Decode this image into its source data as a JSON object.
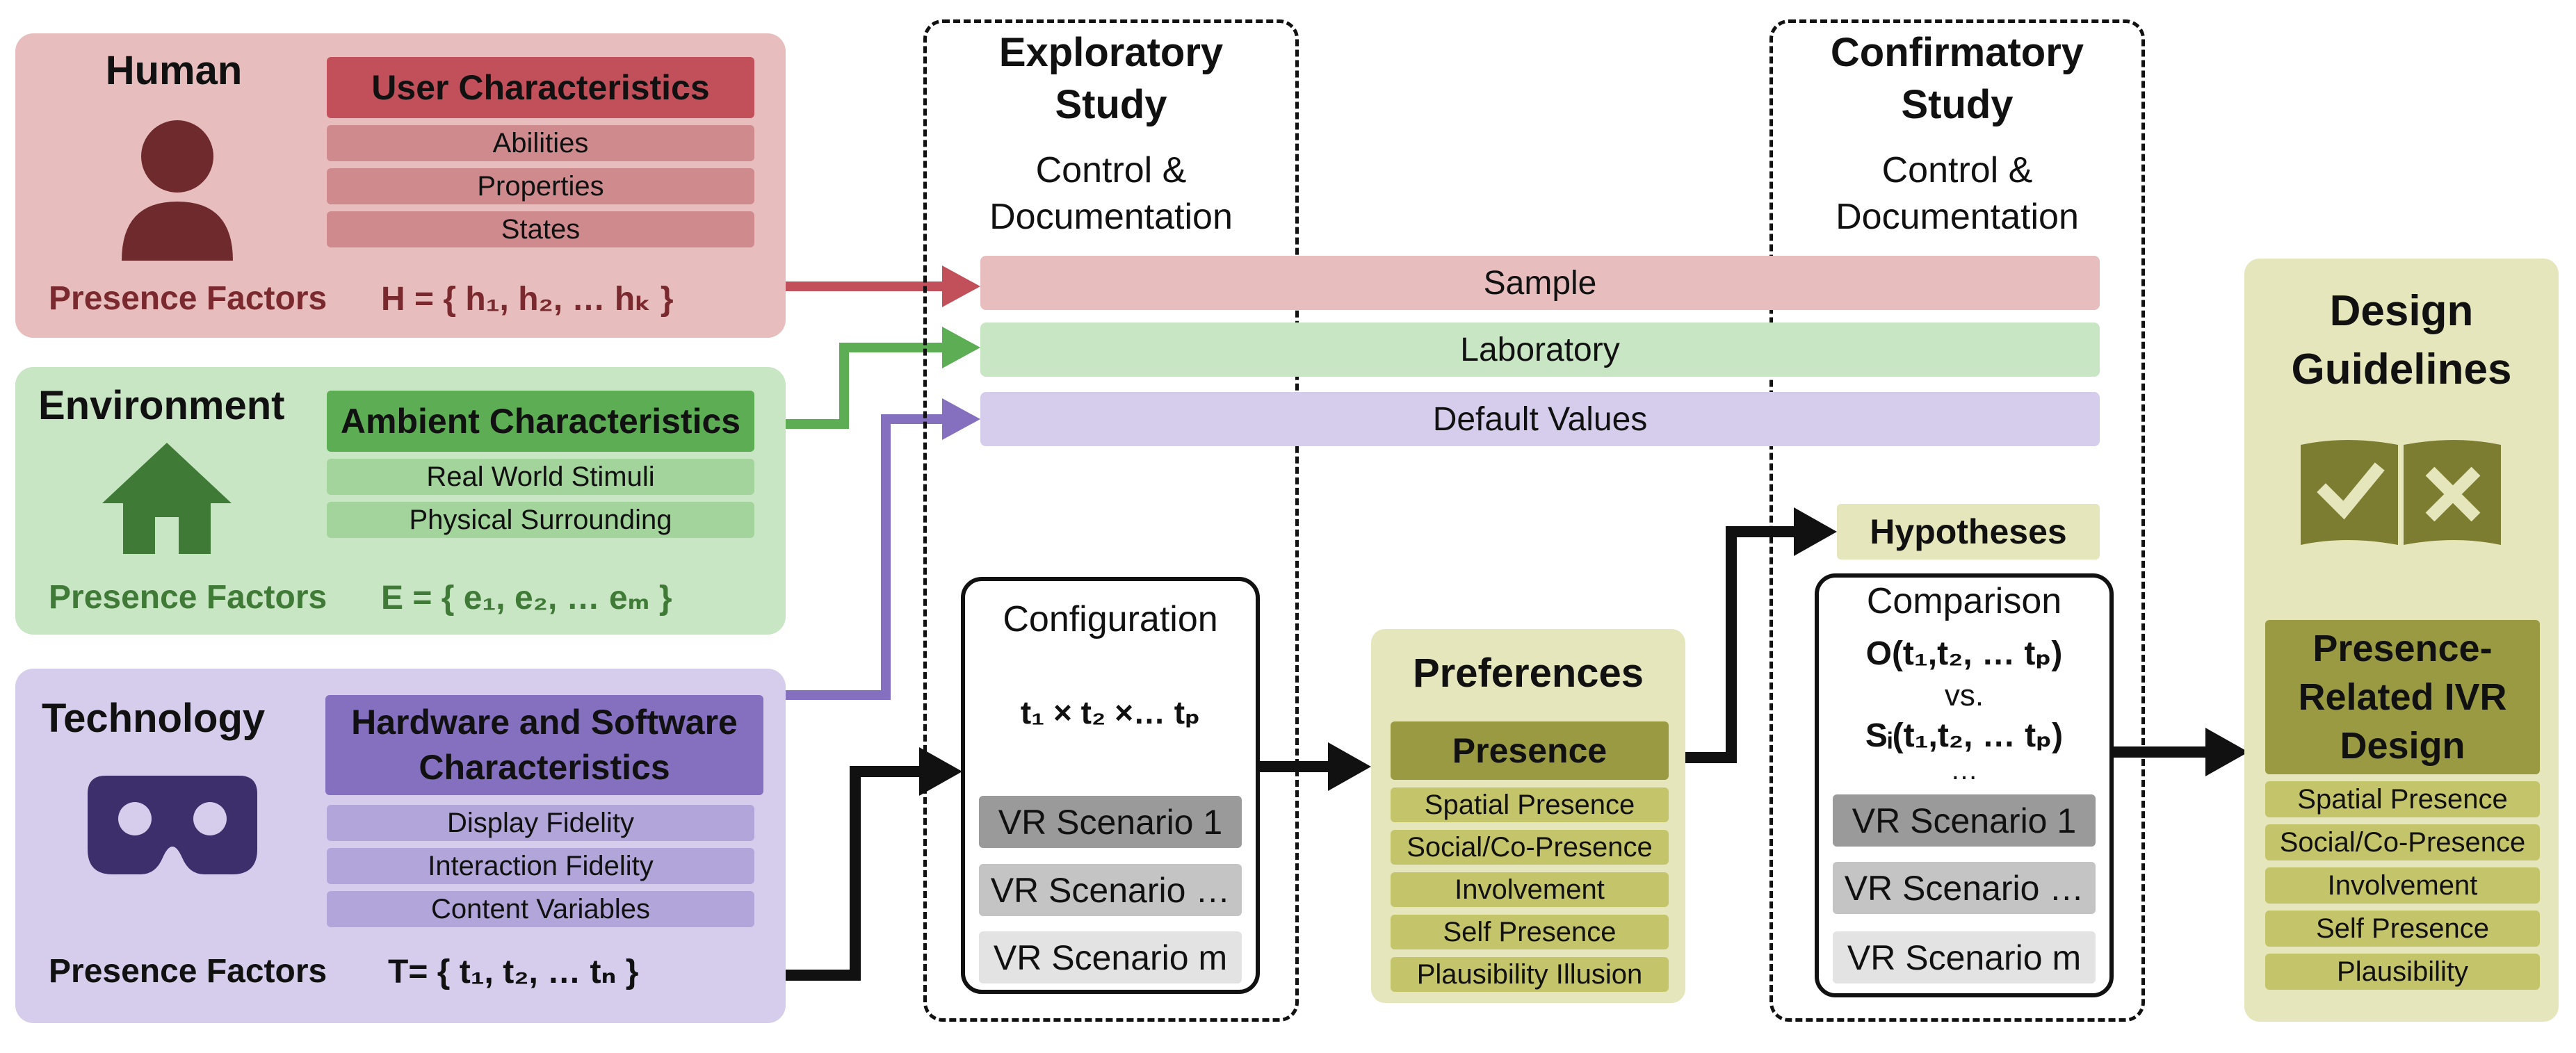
{
  "colors": {
    "human_bg": "#e8bdbd",
    "human_dark": "#c2505a",
    "human_text": "#7a2a2e",
    "human_chip": "#cf8a8e",
    "env_bg": "#c8e6c3",
    "env_dark": "#5cad54",
    "env_text": "#3f7a37",
    "env_chip": "#a3d49b",
    "tech_bg": "#d6cdec",
    "tech_dark": "#8570c0",
    "tech_text": "#3d2f6b",
    "tech_chip": "#b2a5da",
    "olive_bg": "#e6e6bc",
    "olive_dark": "#9a9a42",
    "olive_chip": "#c4c46a"
  },
  "human": {
    "title": "Human",
    "icon": "person-icon",
    "characteristics_title": "User Characteristics",
    "items": [
      "Abilities",
      "Properties",
      "States"
    ],
    "factors_label": "Presence Factors",
    "factors_formula": "H = { h₁, h₂, … hₖ }"
  },
  "environment": {
    "title": "Environment",
    "icon": "house-icon",
    "characteristics_title": "Ambient Characteristics",
    "items": [
      "Real World Stimuli",
      "Physical Surrounding"
    ],
    "factors_label": "Presence Factors",
    "factors_formula": "E = { e₁, e₂, … eₘ }"
  },
  "technology": {
    "title": "Technology",
    "icon": "vr-headset-icon",
    "characteristics_title": "Hardware and Software Characteristics",
    "items": [
      "Display Fidelity",
      "Interaction Fidelity",
      "Content Variables"
    ],
    "factors_label": "Presence Factors",
    "factors_formula": "T= { t₁, t₂, … tₙ }"
  },
  "exploratory": {
    "title": "Exploratory Study",
    "subtitle": "Control & Documentation",
    "config_title": "Configuration",
    "config_formula": "t₁ × t₂ ×… tₚ",
    "scenarios": [
      "VR Scenario 1",
      "VR Scenario …",
      "VR Scenario m"
    ]
  },
  "confirmatory": {
    "title": "Confirmatory Study",
    "subtitle": "Control & Documentation",
    "hypotheses": "Hypotheses",
    "comparison_title": "Comparison",
    "comparison_line1": "O(t₁,t₂, … tₚ)",
    "comparison_vs": "vs.",
    "comparison_line2": "Sᵢ(t₁,t₂, … tₚ)",
    "comparison_dots": "…",
    "scenarios": [
      "VR Scenario 1",
      "VR Scenario …",
      "VR Scenario m"
    ]
  },
  "bars": {
    "sample": "Sample",
    "laboratory": "Laboratory",
    "defaults": "Default Values"
  },
  "preferences": {
    "title": "Preferences",
    "header": "Presence",
    "items": [
      "Spatial Presence",
      "Social/Co-Presence",
      "Involvement",
      "Self Presence",
      "Plausibility Illusion"
    ]
  },
  "guidelines": {
    "title": "Design Guidelines",
    "icon": "book-check-cross-icon",
    "header": "Presence-Related IVR Design",
    "items": [
      "Spatial Presence",
      "Social/Co-Presence",
      "Involvement",
      "Self Presence",
      "Plausibility"
    ]
  }
}
